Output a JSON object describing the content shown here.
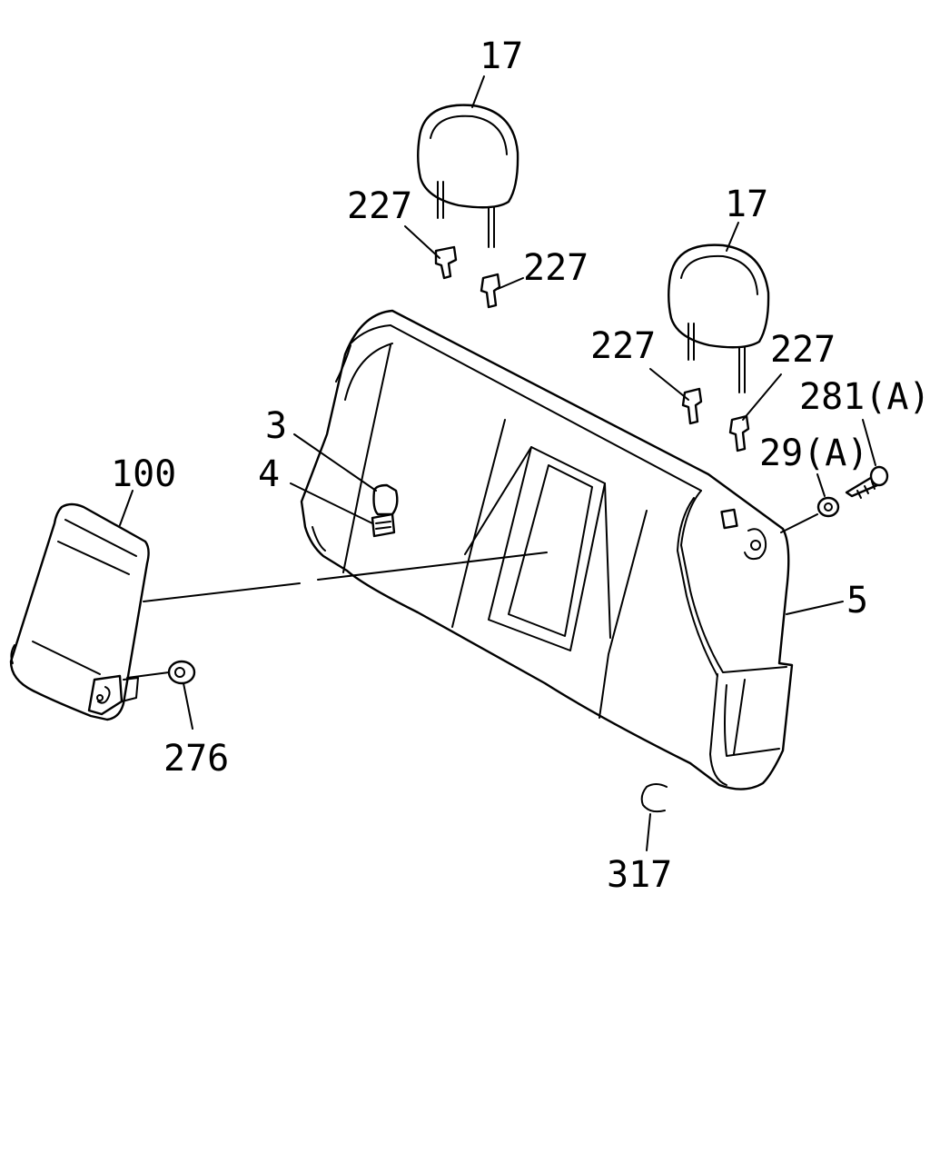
{
  "callouts": {
    "headrest_left": "17",
    "headrest_right": "17",
    "guide_1": "227",
    "guide_2": "227",
    "guide_3": "227",
    "guide_4": "227",
    "bolt_281": "281(A)",
    "nut_29": "29(A)",
    "part_3": "3",
    "part_4": "4",
    "seatback_100": "100",
    "cover_5": "5",
    "nut_276": "276",
    "clip_317": "317"
  }
}
